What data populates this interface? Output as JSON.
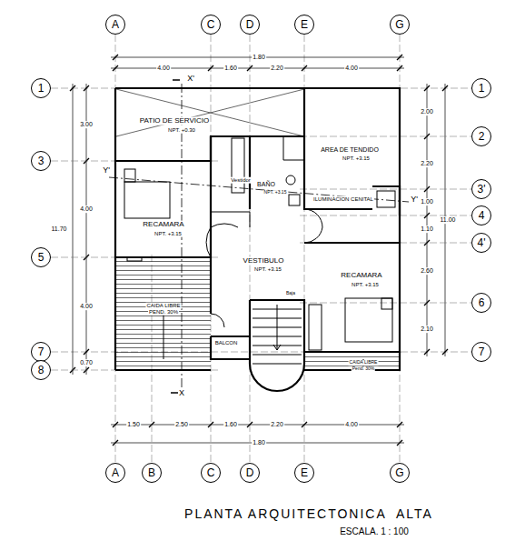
{
  "diagram": {
    "title": "PLANTA ARQUITECTONICA  ALTA",
    "caption": "ESCALA. 1 : 100",
    "nodes": [
      {
        "text": [
          "A"
        ]
      },
      {
        "text": [
          "C"
        ]
      },
      {
        "text": [
          "D"
        ]
      },
      {
        "text": [
          "E"
        ]
      },
      {
        "text": [
          "G"
        ]
      },
      {
        "text": [
          "1"
        ]
      },
      {
        "text": [
          "1"
        ]
      },
      {
        "text": [
          "2"
        ]
      },
      {
        "text": [
          "3"
        ]
      },
      {
        "text": [
          "3'"
        ]
      },
      {
        "text": [
          "4"
        ]
      },
      {
        "text": [
          "4'"
        ]
      },
      {
        "text": [
          "5"
        ]
      },
      {
        "text": [
          "6"
        ]
      },
      {
        "text": [
          "7"
        ]
      },
      {
        "text": [
          "7"
        ]
      },
      {
        "text": [
          "8"
        ]
      },
      {
        "text": [
          "A"
        ]
      },
      {
        "text": [
          "B"
        ]
      },
      {
        "text": [
          "C"
        ]
      },
      {
        "text": [
          "D"
        ]
      },
      {
        "text": [
          "E"
        ]
      },
      {
        "text": [
          "G"
        ]
      }
    ],
    "edges": [
      {
        "from": 0,
        "to": 17,
        "arrow": "none"
      },
      {
        "from": 1,
        "to": 19,
        "arrow": "none"
      },
      {
        "from": 2,
        "to": 20,
        "arrow": "none"
      },
      {
        "from": 3,
        "to": 21,
        "arrow": "none"
      },
      {
        "from": 4,
        "to": 22,
        "arrow": "none"
      },
      {
        "from": 5,
        "to": 6,
        "arrow": "none"
      },
      {
        "from": 14,
        "to": 15,
        "arrow": "none"
      }
    ],
    "labels": [
      "1.80",
      "4.00",
      "1.60",
      "2.20",
      "4.00",
      "X'",
      "3.00",
      "4.00",
      "4.00",
      "0.70",
      "11.70",
      "2.00",
      "2.20",
      "1.00",
      "1.10",
      "2.60",
      "2.10",
      "11.00",
      "PATIO DE SERVICIO",
      "NPT. +0.30",
      "AREA DE TENDIDO",
      "NPT. +3.15",
      "Vestidor",
      "BAÑO",
      "NPT. +3.15",
      "ILUMINACION CENITAL",
      "Y'",
      "Y'",
      "RECAMARA",
      "NPT. +3.15",
      "VESTIBULO",
      "NPT. +3.15",
      "RECAMARA",
      "NPT. +3.15",
      "CAIDA LIBRE",
      "PEND. 30%",
      "Baja",
      "BALCON",
      "CAIDA LIBRE",
      "Pend. 30%",
      "X",
      "1.50",
      "2.50",
      "1.60",
      "2.20",
      "4.00",
      "1.80"
    ]
  }
}
